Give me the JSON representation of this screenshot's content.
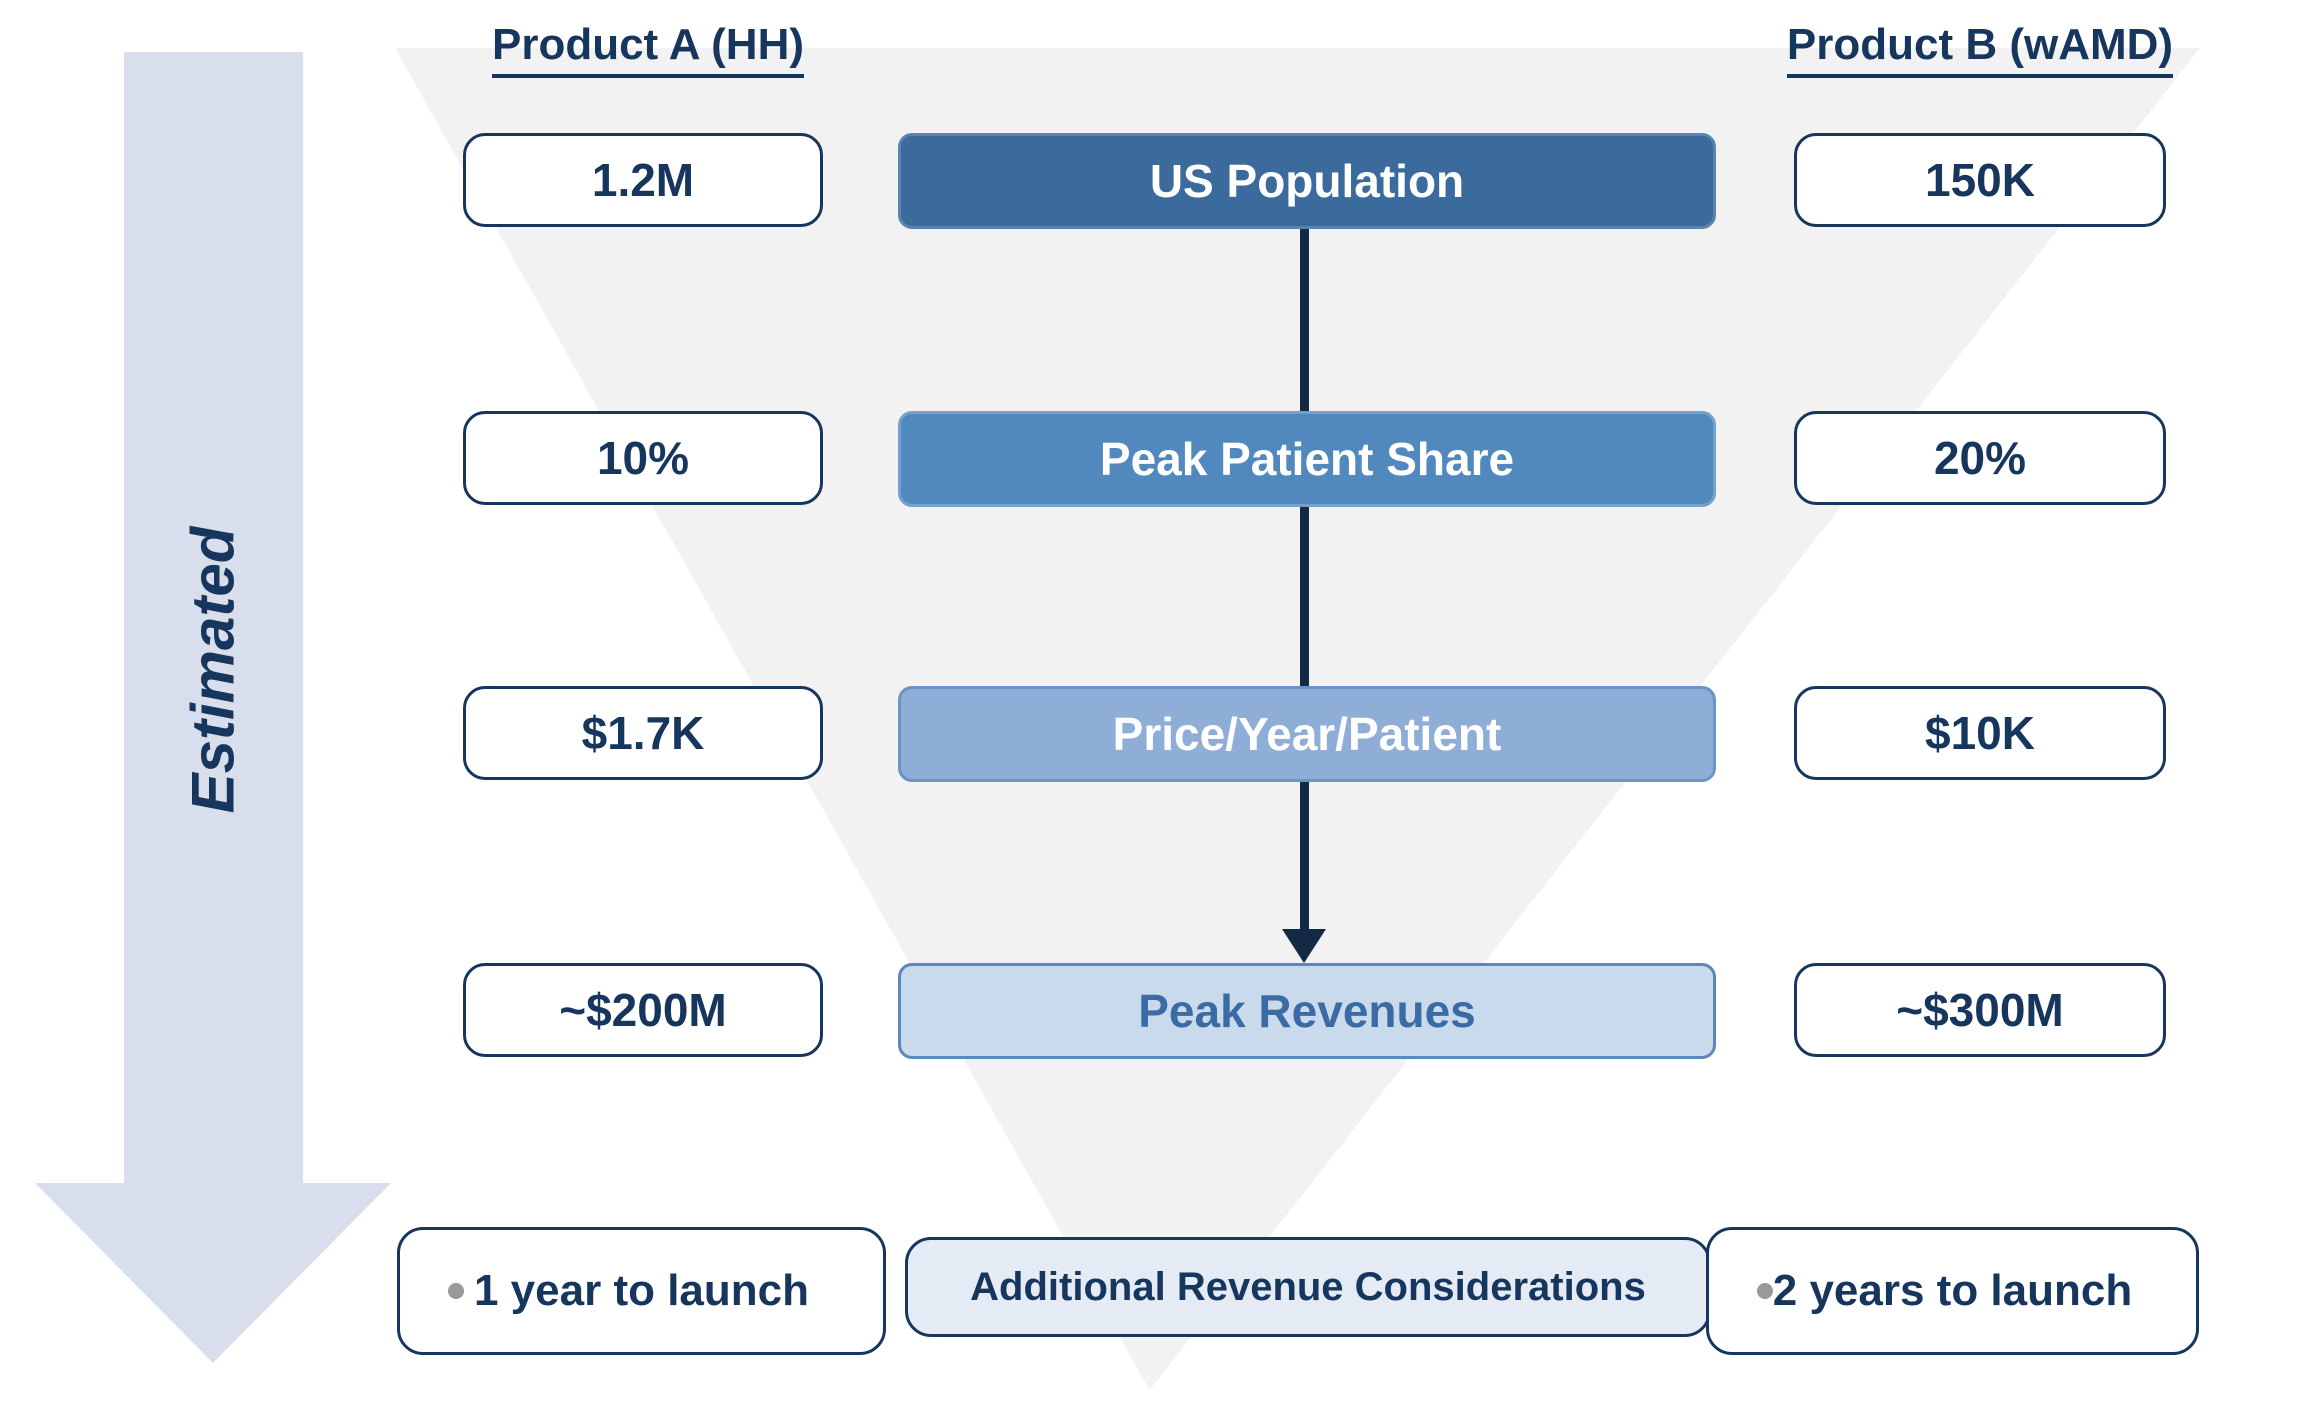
{
  "side_label": "Estimated",
  "columns": {
    "left_header": "Product A (HH)",
    "right_header": "Product B (wAMD)"
  },
  "stages": [
    {
      "label": "US Population",
      "left_value": "1.2M",
      "right_value": "150K"
    },
    {
      "label": "Peak Patient Share",
      "left_value": "10%",
      "right_value": "20%"
    },
    {
      "label": "Price/Year/Patient",
      "left_value": "$1.7K",
      "right_value": "$10K"
    },
    {
      "label": "Peak Revenues",
      "left_value": "~$200M",
      "right_value": "~$300M"
    }
  ],
  "footer": {
    "left": "1 year to launch",
    "center": "Additional Revenue Considerations",
    "right": "2 years to launch"
  },
  "icons": {
    "estimated_arrow": "down-arrow-icon",
    "connector_arrow": "down-arrow-icon",
    "footer_bullets": "bullet-dot-icon"
  },
  "colors": {
    "navy_text": "#17365D",
    "stage1_fill": "#3A6B9C",
    "stage1_border": "#5B84AD",
    "stage2_fill": "#5189BF",
    "stage2_border": "#74A0CC",
    "stage3_fill": "#8FAED7",
    "stage3_border": "#6C93C6",
    "stage4_fill": "#C9DAEC",
    "stage4_border": "#5D88BB",
    "stage4_text": "#3A6BA4",
    "connector_arrow": "#132A44",
    "background_triangle": "#F2F2F3",
    "estimated_arrow_fill": "#D9DEEC",
    "footer_center_fill": "#E4EBF5",
    "bullet_gray": "#999999",
    "value_box_fill": "#FFFFFF"
  }
}
